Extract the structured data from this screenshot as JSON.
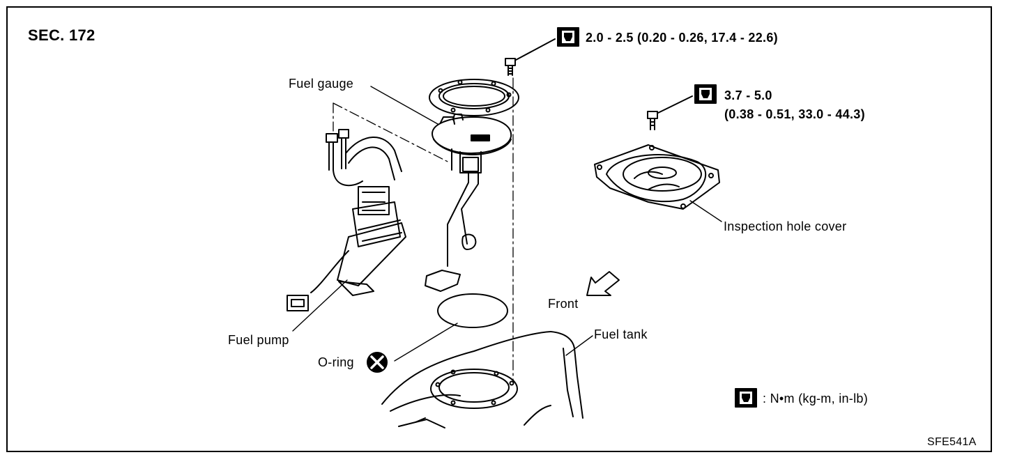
{
  "section": "SEC. 172",
  "torque_spec_1": "2.0 - 2.5 (0.20 - 0.26, 17.4 - 22.6)",
  "torque_spec_2_line1": "3.7 - 5.0",
  "torque_spec_2_line2": "(0.38 - 0.51, 33.0 - 44.3)",
  "labels": {
    "fuel_gauge": "Fuel gauge",
    "fuel_pump": "Fuel pump",
    "o_ring": "O-ring",
    "front": "Front",
    "fuel_tank": "Fuel tank",
    "inspection_hole_cover": "Inspection hole cover"
  },
  "legend": ": N•m (kg-m, in-lb)",
  "figure_code": "SFE541A",
  "icons": [
    "torque-wrench-icon",
    "do-not-reuse-icon",
    "front-arrow-icon"
  ]
}
